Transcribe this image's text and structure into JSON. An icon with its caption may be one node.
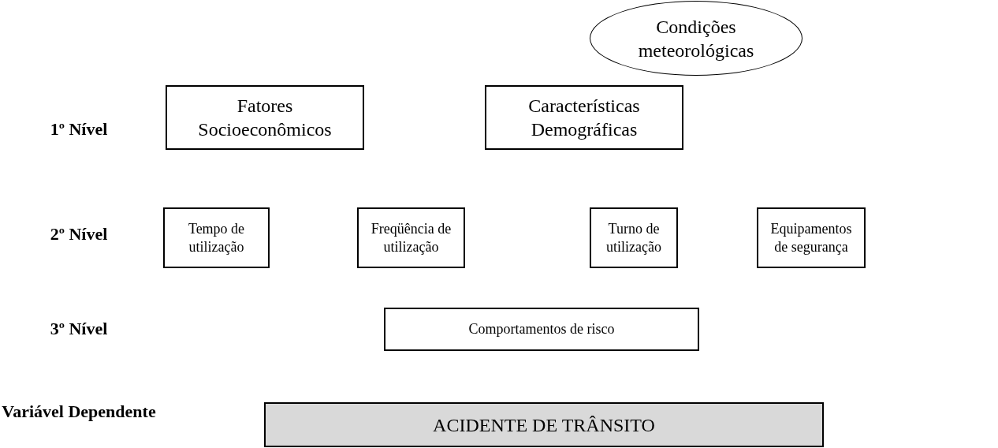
{
  "diagram": {
    "nodes": [
      {
        "text": [
          "Fatores Socioeconômicos"
        ]
      },
      {
        "text": [
          "Características Demográficas"
        ]
      },
      {
        "text": [
          "Condições meteorológicas"
        ]
      },
      {
        "text": [
          "Tempo de utilização"
        ]
      },
      {
        "text": [
          "Freqüência de utilização"
        ]
      },
      {
        "text": [
          "Turno de utilização"
        ]
      },
      {
        "text": [
          "Equipamentos de segurança"
        ]
      },
      {
        "text": [
          "Comportamentos de risco"
        ]
      },
      {
        "text": [
          "ACIDENTE DE TRÂNSITO"
        ]
      }
    ],
    "labels": [
      "1º Nível",
      "2º Nível",
      "3º Nível",
      "Variável Dependente"
    ]
  }
}
